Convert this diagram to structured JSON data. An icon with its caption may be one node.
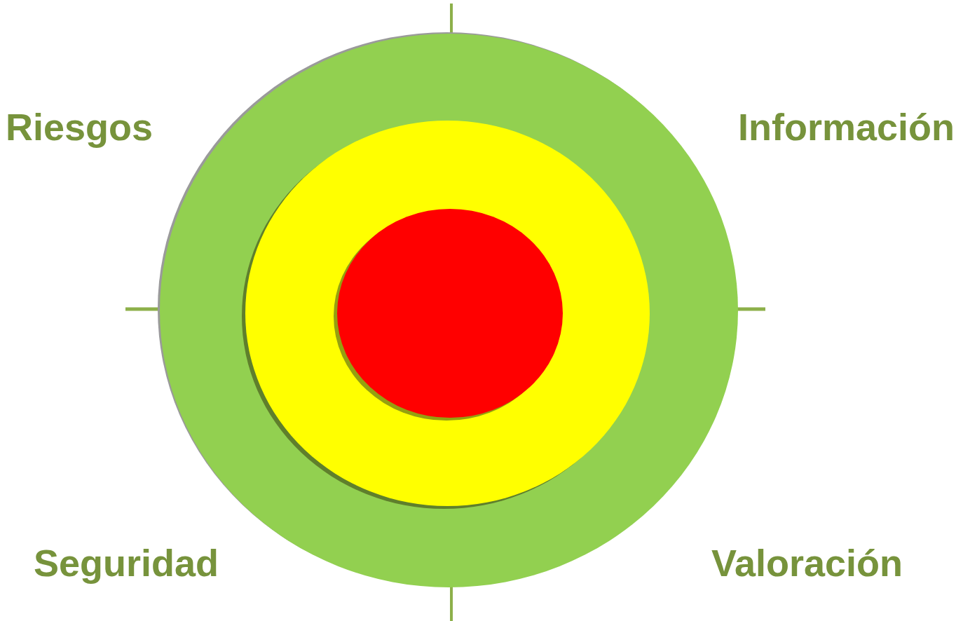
{
  "diagram": {
    "nodes": [
      {
        "text": [],
        "shape": "circle"
      },
      {
        "text": [],
        "shape": "circle",
        "in": 0
      },
      {
        "text": [],
        "shape": "circle",
        "in": 1
      }
    ],
    "labels": [
      "Riesgos",
      "Información",
      "Seguridad",
      "Valoración"
    ]
  }
}
